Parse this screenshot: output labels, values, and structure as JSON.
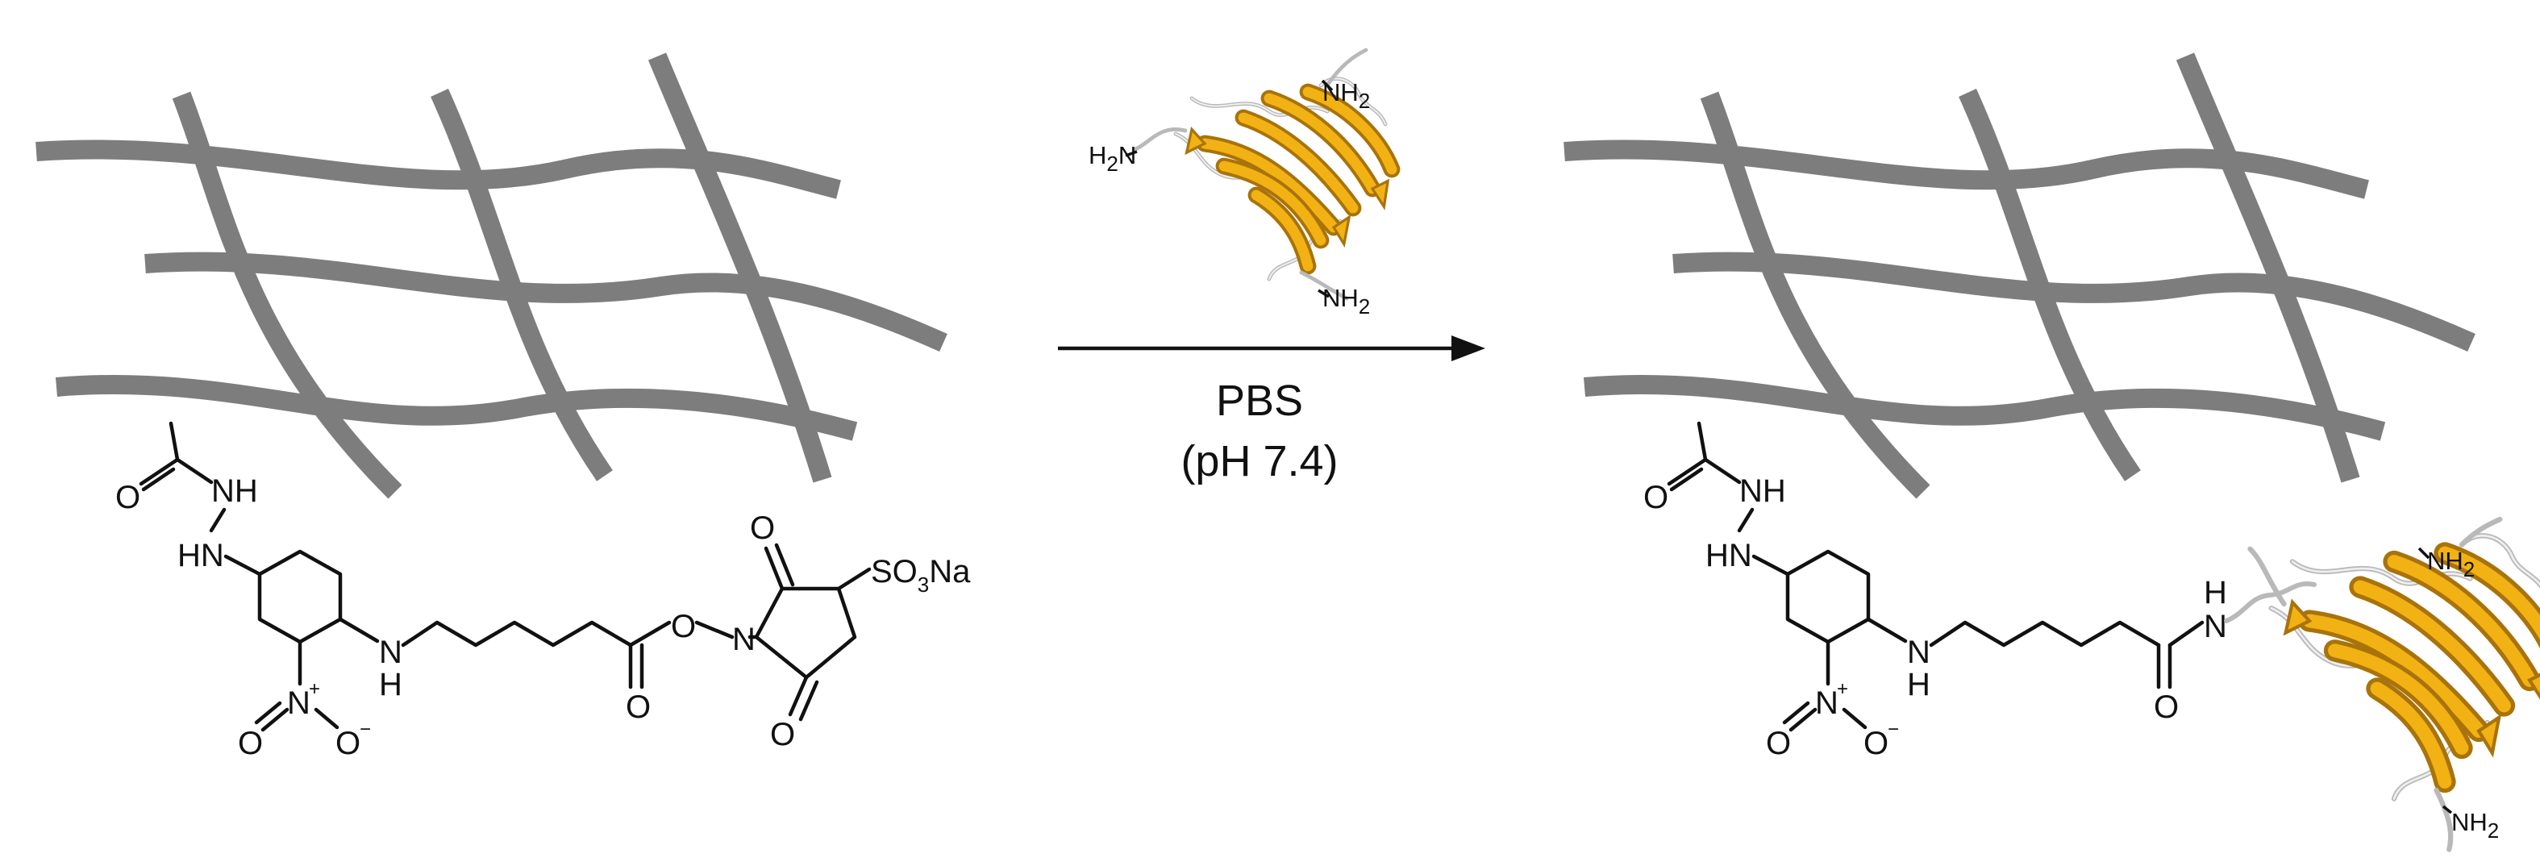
{
  "reaction": {
    "condition_line1": "PBS",
    "condition_line2": "(pH 7.4)"
  },
  "atoms": {
    "O": "O",
    "N": "N",
    "H": "H",
    "NH": "NH",
    "HN": "HN",
    "NH2": "NH",
    "H2N_prefix": "H",
    "N_suffix": "N",
    "sub2": "2",
    "SO3Na_S": "SO",
    "SO3Na_3": "3",
    "SO3Na_Na": "Na",
    "plus": "+",
    "minus": "−"
  },
  "colors": {
    "hydrogel": "#7d7d7d",
    "beta_strand_dark": "#a8730a",
    "beta_strand_light": "#f3b213",
    "loop": "#b9b9b9"
  }
}
